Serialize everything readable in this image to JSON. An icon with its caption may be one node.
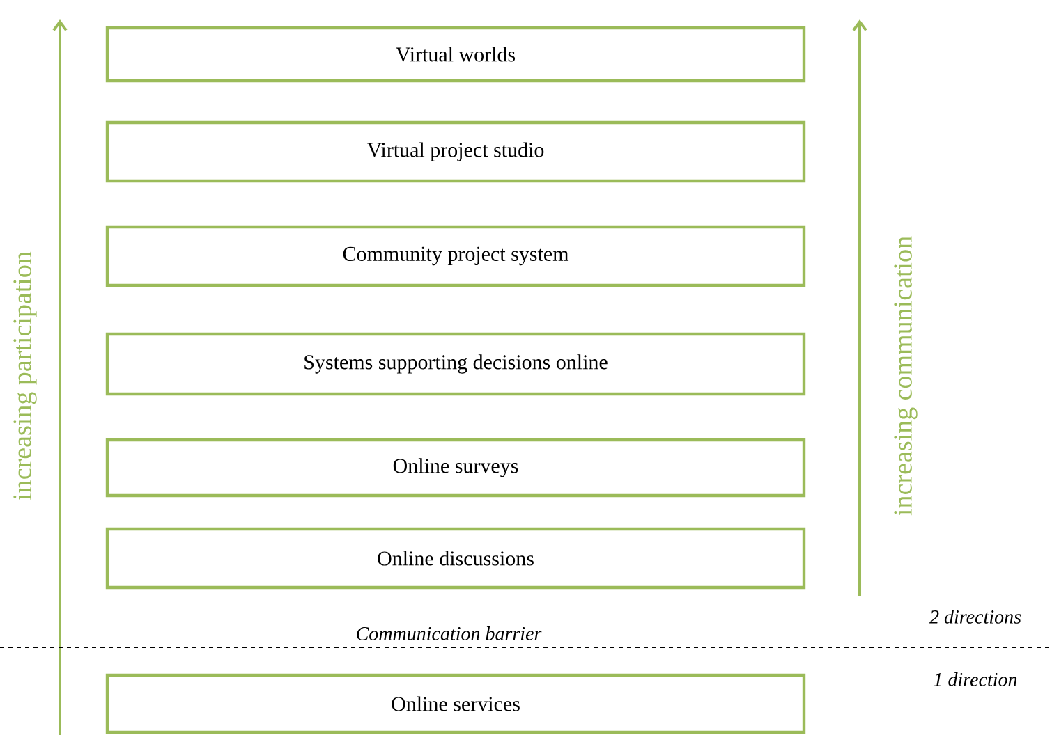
{
  "diagram": {
    "nodes": [
      {
        "text": [
          "Virtual worlds"
        ]
      },
      {
        "text": [
          "Virtual project studio"
        ]
      },
      {
        "text": [
          "Community project system"
        ]
      },
      {
        "text": [
          "Systems supporting decisions online"
        ]
      },
      {
        "text": [
          "Online surveys"
        ]
      },
      {
        "text": [
          "Online discussions"
        ]
      },
      {
        "text": [
          "Online services"
        ]
      }
    ],
    "edges": [],
    "labels": [
      "increasing participation",
      "increasing communication",
      "Communication barrier",
      "2 directions",
      "1 direction"
    ]
  }
}
